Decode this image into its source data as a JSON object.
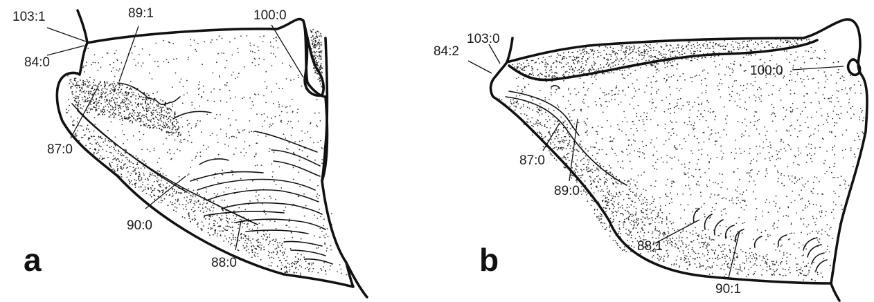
{
  "panels": {
    "a": {
      "letter": "a",
      "labels": {
        "l103": "103:1",
        "l89": "89:1",
        "l100": "100:0",
        "l84": "84:0",
        "l87": "87:0",
        "l90": "90:0",
        "l88": "88:0"
      }
    },
    "b": {
      "letter": "b",
      "labels": {
        "l103": "103:0",
        "l84": "84:2",
        "l100": "100:0",
        "l87": "87:0",
        "l89": "89:0",
        "l88": "88:1",
        "l90": "90:1"
      }
    }
  },
  "colors": {
    "ink": "#111111",
    "background": "#ffffff"
  }
}
